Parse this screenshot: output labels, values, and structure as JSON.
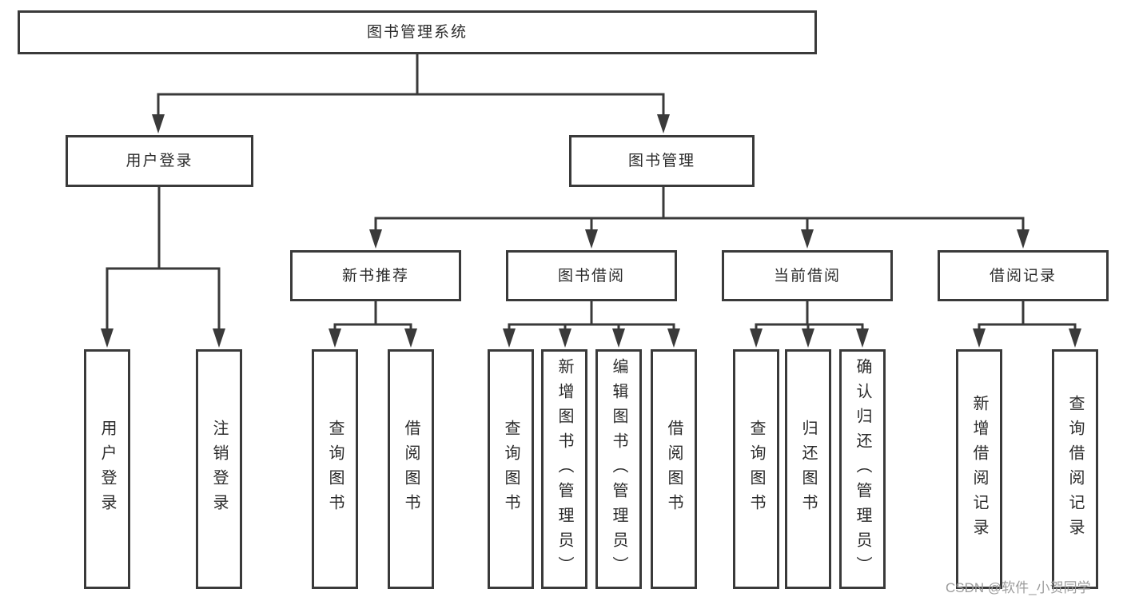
{
  "tree": {
    "root": "图书管理系统",
    "children": [
      {
        "label": "用户登录",
        "children": [
          "用户登录",
          "注销登录"
        ]
      },
      {
        "label": "图书管理",
        "children": [
          {
            "label": "新书推荐",
            "children": [
              "查询图书",
              "借阅图书"
            ]
          },
          {
            "label": "图书借阅",
            "children": [
              "查询图书",
              "新增图书（管理员）",
              "编辑图书（管理员）",
              "借阅图书"
            ]
          },
          {
            "label": "当前借阅",
            "children": [
              "查询图书",
              "归还图书",
              "确认归还（管理员）"
            ]
          },
          {
            "label": "借阅记录",
            "children": [
              "新增借阅记录",
              "查询借阅记录"
            ]
          }
        ]
      }
    ]
  },
  "watermark": "CSDN @软件_小贺同学",
  "colors": {
    "line": "#3a3a3a",
    "text": "#2b2b2b",
    "watermark": "#9c9c9c",
    "background": "#ffffff"
  }
}
